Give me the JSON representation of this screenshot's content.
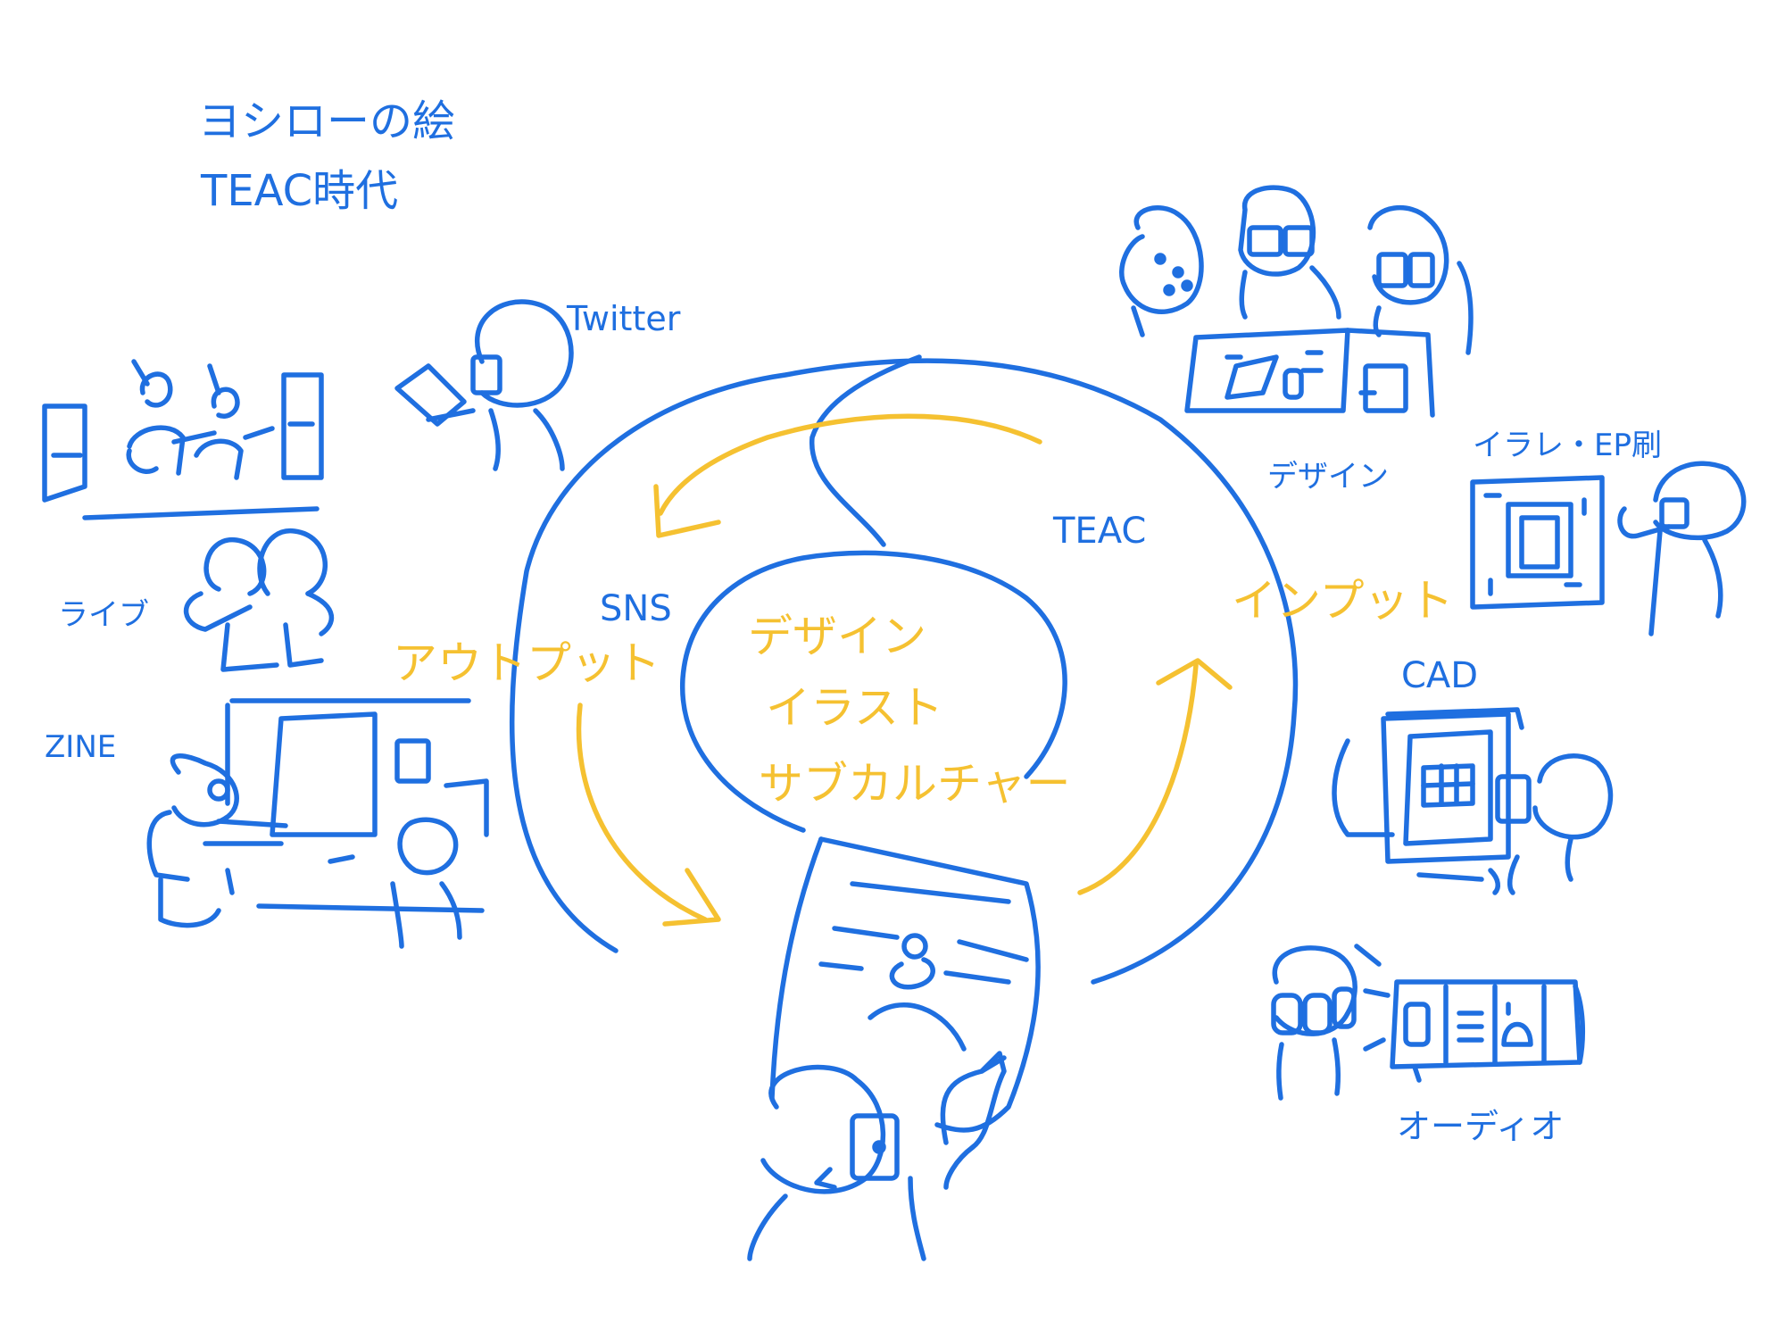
{
  "colors": {
    "ink": "#1f6fe0",
    "highlight": "#f5c131",
    "background": "#ffffff"
  },
  "title": {
    "line1": "ヨシローの絵",
    "line2": "TEAC時代"
  },
  "labels": {
    "sns": "SNS",
    "teac": "TEAC",
    "output": "アウトプット",
    "input": "インプット",
    "center_line1": "デザイン",
    "center_line2": "イラスト",
    "center_line3": "サブカルチャー",
    "twitter": "Twitter",
    "live": "ライブ",
    "zine": "ZINE",
    "design": "デザイン",
    "illust_print": "イラレ・EP刷",
    "cad": "CAD",
    "audio": "オーディオ"
  }
}
